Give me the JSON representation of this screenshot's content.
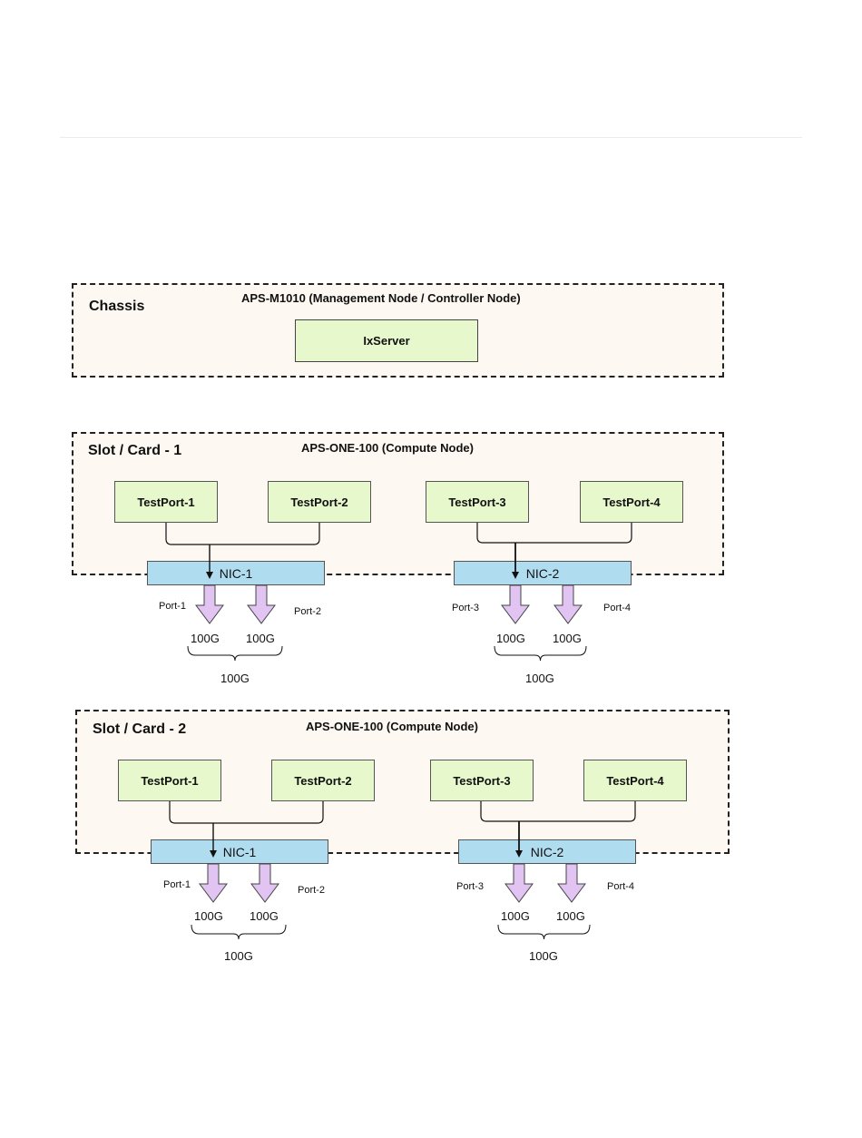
{
  "chassis": {
    "label": "Chassis",
    "title": "APS-M1010 (Management Node / Controller Node)",
    "server": "IxServer"
  },
  "slots": [
    {
      "label": "Slot / Card - 1",
      "title": "APS-ONE-100 (Compute Node)",
      "testports": [
        "TestPort-1",
        "TestPort-2",
        "TestPort-3",
        "TestPort-4"
      ],
      "nics": [
        {
          "name": "NIC-1",
          "ports": [
            "Port-1",
            "Port-2"
          ],
          "speeds": [
            "100G",
            "100G"
          ],
          "total": "100G"
        },
        {
          "name": "NIC-2",
          "ports": [
            "Port-3",
            "Port-4"
          ],
          "speeds": [
            "100G",
            "100G"
          ],
          "total": "100G"
        }
      ]
    },
    {
      "label": "Slot / Card - 2",
      "title": "APS-ONE-100 (Compute Node)",
      "testports": [
        "TestPort-1",
        "TestPort-2",
        "TestPort-3",
        "TestPort-4"
      ],
      "nics": [
        {
          "name": "NIC-1",
          "ports": [
            "Port-1",
            "Port-2"
          ],
          "speeds": [
            "100G",
            "100G"
          ],
          "total": "100G"
        },
        {
          "name": "NIC-2",
          "ports": [
            "Port-3",
            "Port-4"
          ],
          "speeds": [
            "100G",
            "100G"
          ],
          "total": "100G"
        }
      ]
    }
  ],
  "colors": {
    "group_fill": "#fdf8f2",
    "testport_fill": "#e6f8cc",
    "nic_fill": "#b0dcef",
    "arrow_fill": "#e2c4f2"
  }
}
